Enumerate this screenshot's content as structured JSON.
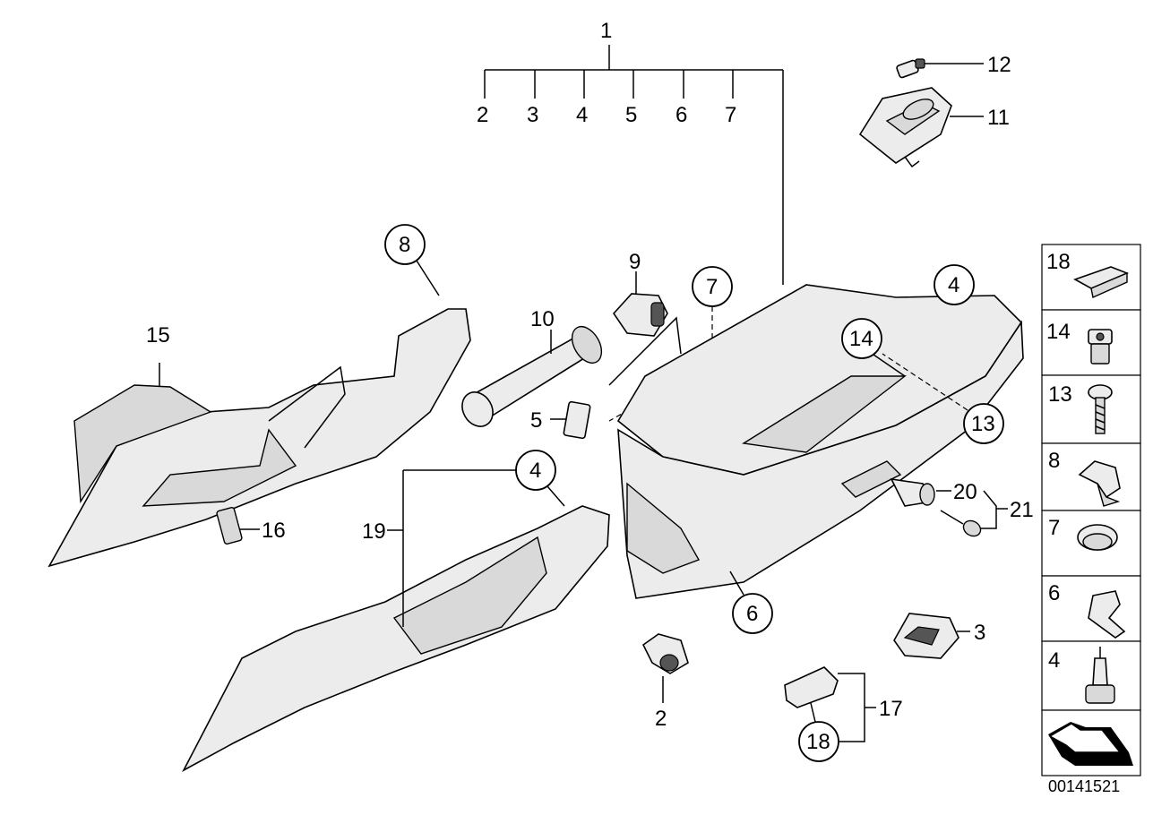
{
  "labels": {
    "top_group": "1",
    "sub_2": "2",
    "sub_3": "3",
    "sub_4": "4",
    "sub_5": "5",
    "sub_6": "6",
    "sub_7": "7",
    "p12": "12",
    "p11": "11",
    "p8": "8",
    "p9": "9",
    "p10": "10",
    "p7": "7",
    "p4_top": "4",
    "p14": "14",
    "p13": "13",
    "p15": "15",
    "p5": "5",
    "p16": "16",
    "p4_mid": "4",
    "p19": "19",
    "p20": "20",
    "p21": "21",
    "p6": "6",
    "p3": "3",
    "p2": "2",
    "p17": "17",
    "p18": "18"
  },
  "legend": [
    {
      "num": "18",
      "icon": "clip-icon"
    },
    {
      "num": "14",
      "icon": "nut-icon"
    },
    {
      "num": "13",
      "icon": "screw-icon"
    },
    {
      "num": "8",
      "icon": "bracket-icon"
    },
    {
      "num": "7",
      "icon": "plug-icon"
    },
    {
      "num": "6",
      "icon": "spring-clip-icon"
    },
    {
      "num": "4",
      "icon": "buffer-icon"
    }
  ],
  "diagram_id": "00141521"
}
